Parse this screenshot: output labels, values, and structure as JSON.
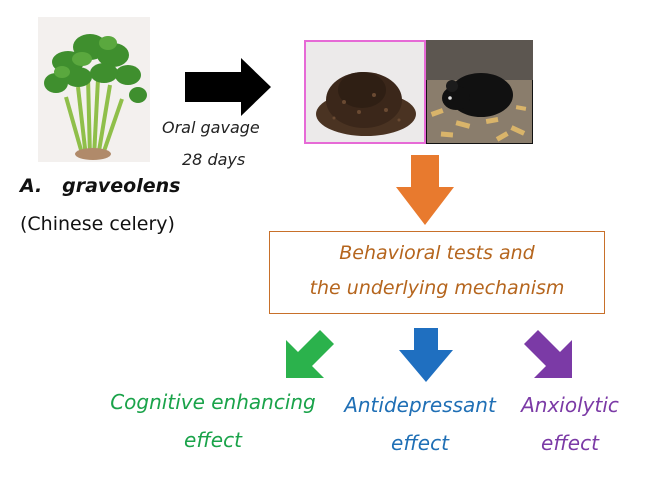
{
  "left_panel": {
    "species_name": "A.   graveolens",
    "common_name": "(Chinese celery)",
    "celery_image": "celery-bunch-photo"
  },
  "treatment": {
    "route": "Oral gavage",
    "duration": "28 days"
  },
  "photos": {
    "powder_image": "dried-celery-powder-photo",
    "mouse_image": "black-mouse-photo"
  },
  "box": {
    "line1": "Behavioral tests and",
    "line2": "the underlying mechanism"
  },
  "effects": {
    "cognitive": {
      "line1": "Cognitive enhancing",
      "line2": "effect",
      "color": "#1aa34a"
    },
    "antidepressant": {
      "line1": "Antidepressant",
      "line2": "effect",
      "color": "#1f6fb5"
    },
    "anxiolytic": {
      "line1": "Anxiolytic",
      "line2": "effect",
      "color": "#7b3aa6"
    }
  },
  "colors": {
    "orange_arrow": "#e87a2e",
    "box_border": "#c8702a",
    "box_text": "#b5651d",
    "photo_border_pink": "#e66ad6"
  }
}
